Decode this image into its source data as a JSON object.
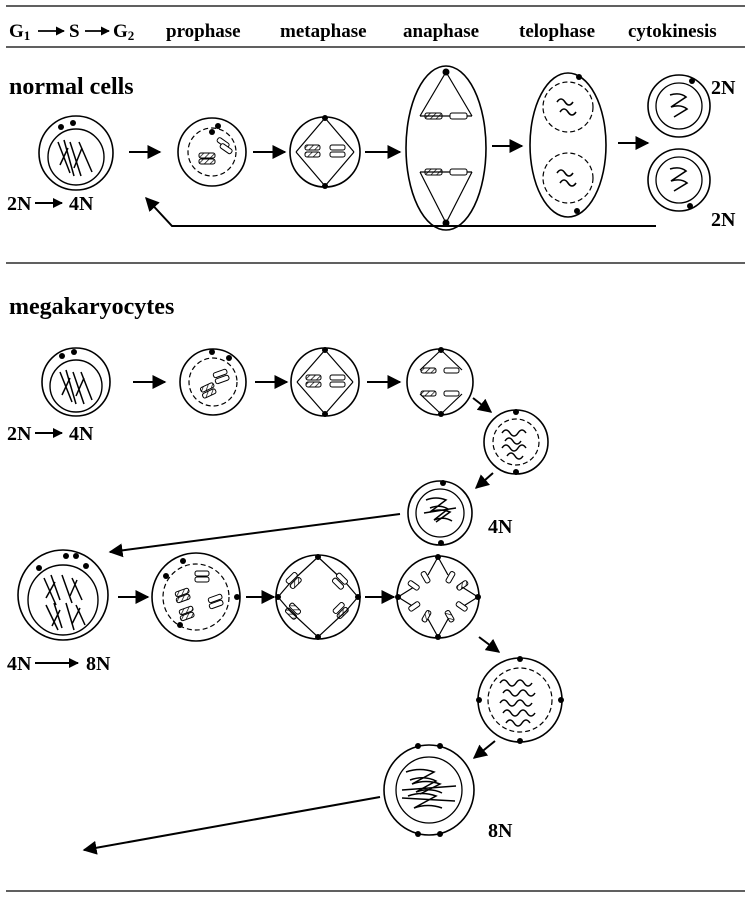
{
  "header": {
    "g1": "G",
    "g1_sub": "1",
    "s": "S",
    "g2": "G",
    "g2_sub": "2",
    "phases": [
      "prophase",
      "metaphase",
      "anaphase",
      "telophase",
      "cytokinesis"
    ]
  },
  "sections": {
    "normal": {
      "title": "normal cells",
      "start_left": "2N",
      "start_right": "4N",
      "daughter_top": "2N",
      "daughter_bottom": "2N"
    },
    "megakaryocyte": {
      "title": "megakaryocytes",
      "start1_left": "2N",
      "start1_right": "4N",
      "result1": "4N",
      "start2_left": "4N",
      "start2_right": "8N",
      "result2": "8N"
    }
  }
}
